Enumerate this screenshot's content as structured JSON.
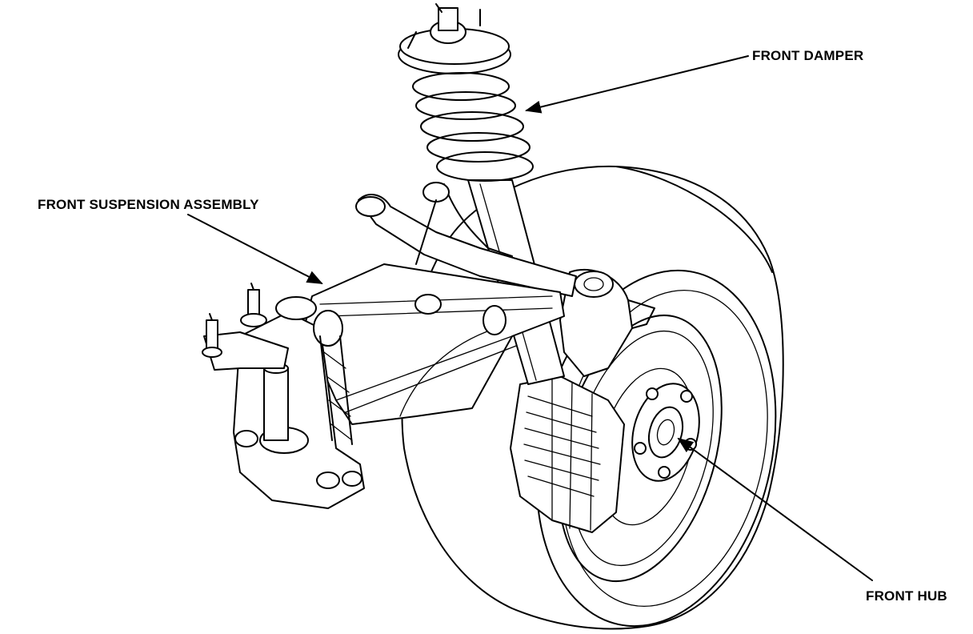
{
  "labels": {
    "front_damper": "FRONT DAMPER",
    "front_suspension_assembly": "FRONT SUSPENSION ASSEMBLY",
    "front_hub": "FRONT HUB"
  },
  "colors": {
    "line": "#000000",
    "background": "#ffffff"
  }
}
